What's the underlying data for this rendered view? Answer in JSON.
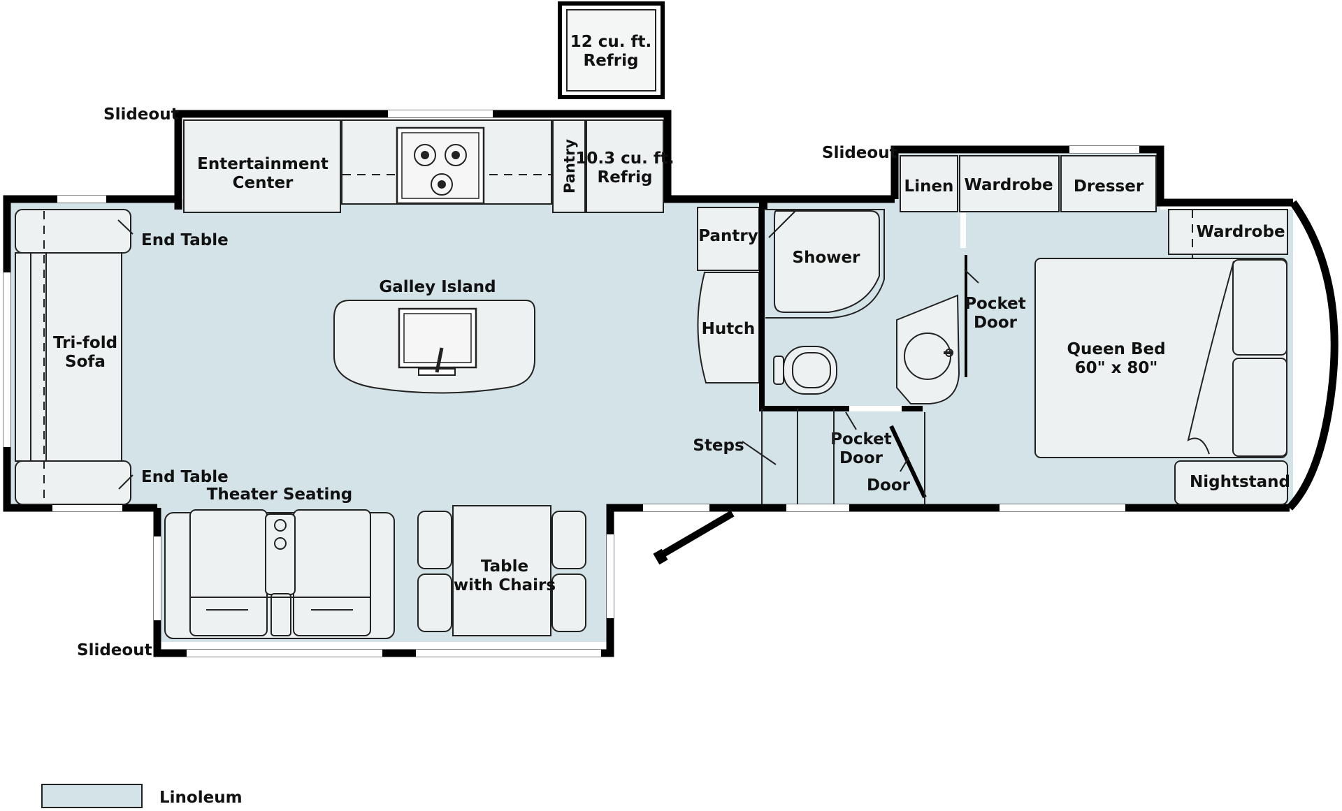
{
  "colors": {
    "linoleum": "#d3e3e8",
    "wall": "#000000",
    "furniture": "#eef1f1"
  },
  "labels": {
    "refrig_outside_line1": "12 cu. ft.",
    "refrig_outside_line2": "Refrig",
    "slideout_top_left": "Slideout",
    "slideout_top_right": "Slideout",
    "slideout_bottom": "Slideout",
    "entertainment_line1": "Entertainment",
    "entertainment_line2": "Center",
    "pantry_vertical": "Pantry",
    "refrig_inside_line1": "10.3 cu. ft.",
    "refrig_inside_line2": "Refrig",
    "linen": "Linen",
    "wardrobe_slide": "Wardrobe",
    "dresser": "Dresser",
    "wardrobe_front": "Wardrobe",
    "end_table_top": "End Table",
    "end_table_bottom": "End Table",
    "sofa_line1": "Tri-fold",
    "sofa_line2": "Sofa",
    "galley_island": "Galley Island",
    "pantry": "Pantry",
    "hutch": "Hutch",
    "shower": "Shower",
    "pocket_door_top_line1": "Pocket",
    "pocket_door_top_line2": "Door",
    "queen_bed_line1": "Queen Bed",
    "queen_bed_line2": "60\" x 80\"",
    "steps": "Steps",
    "pocket_door_bottom_line1": "Pocket",
    "pocket_door_bottom_line2": "Door",
    "door": "Door",
    "nightstand": "Nightstand",
    "theater_seating": "Theater Seating",
    "table_line1": "Table",
    "table_line2": "with Chairs"
  },
  "legend": {
    "linoleum": "Linoleum"
  }
}
